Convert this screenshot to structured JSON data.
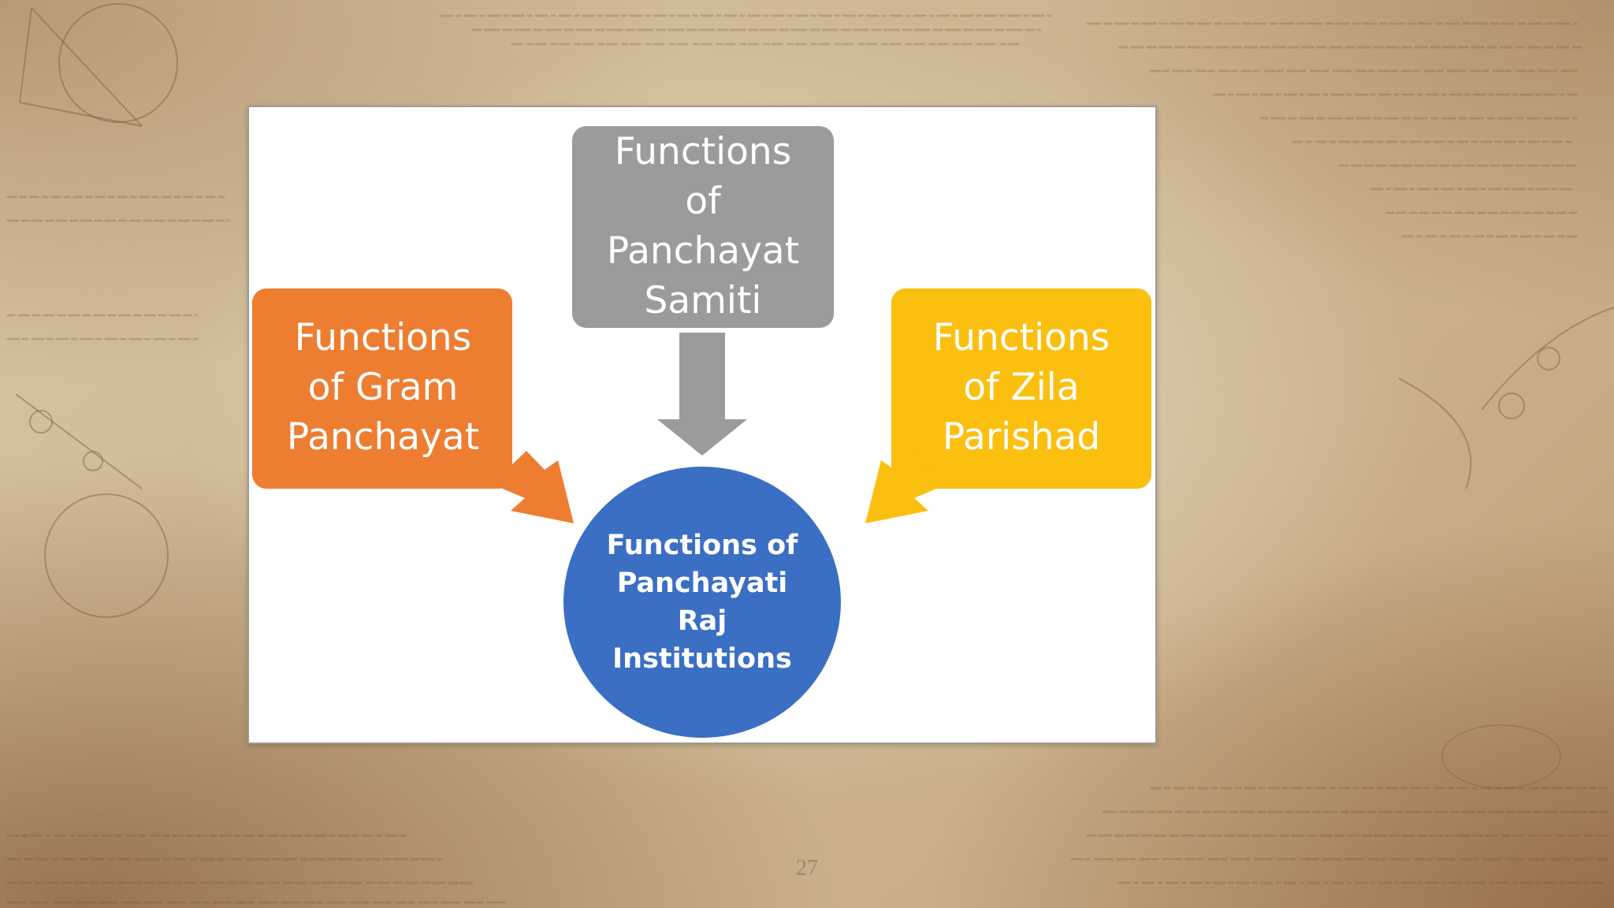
{
  "diagram": {
    "center": {
      "lines": [
        "Functions of",
        "Panchayati",
        "Raj",
        "Institutions"
      ],
      "color": "#3a6fc4"
    },
    "top": {
      "lines": [
        "Functions",
        "of",
        "Panchayat",
        "Samiti"
      ],
      "color": "#9b9b9b"
    },
    "left": {
      "lines": [
        "Functions",
        "of Gram",
        "Panchayat"
      ],
      "color": "#ed7d31"
    },
    "right": {
      "lines": [
        "Functions",
        "of Zila",
        "Parishad"
      ],
      "color": "#fbbf0f"
    }
  },
  "slide": {
    "page_number": "27"
  }
}
